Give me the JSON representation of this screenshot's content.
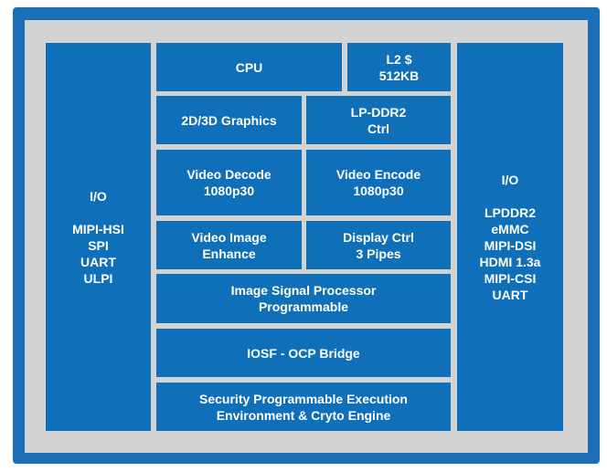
{
  "left_io": {
    "title": "I/O",
    "items": [
      "MIPI-HSI",
      "SPI",
      "UART",
      "ULPI"
    ]
  },
  "right_io": {
    "title": "I/O",
    "items": [
      "LPDDR2",
      "eMMC",
      "MIPI-DSI",
      "HDMI 1.3a",
      "MIPI-CSI",
      "UART"
    ]
  },
  "blocks": {
    "cpu": [
      "CPU"
    ],
    "l2": [
      "L2 $",
      "512KB"
    ],
    "graphics": [
      "2D/3D Graphics"
    ],
    "lpddr2_ctrl": [
      "LP-DDR2",
      "Ctrl"
    ],
    "video_decode": [
      "Video Decode",
      "1080p30"
    ],
    "video_encode": [
      "Video Encode",
      "1080p30"
    ],
    "video_image": [
      "Video Image",
      "Enhance"
    ],
    "display_ctrl": [
      "Display Ctrl",
      "3 Pipes"
    ],
    "isp": [
      "Image Signal Processor",
      "Programmable"
    ],
    "iosf": [
      "IOSF - OCP Bridge"
    ],
    "security": [
      "Security Programmable Execution",
      "Environment & Cryto Engine"
    ]
  },
  "colors": {
    "frame": "#1a6fb6",
    "background": "#d3d3d3",
    "block": "#0f6fb8",
    "text": "#ffffff"
  }
}
